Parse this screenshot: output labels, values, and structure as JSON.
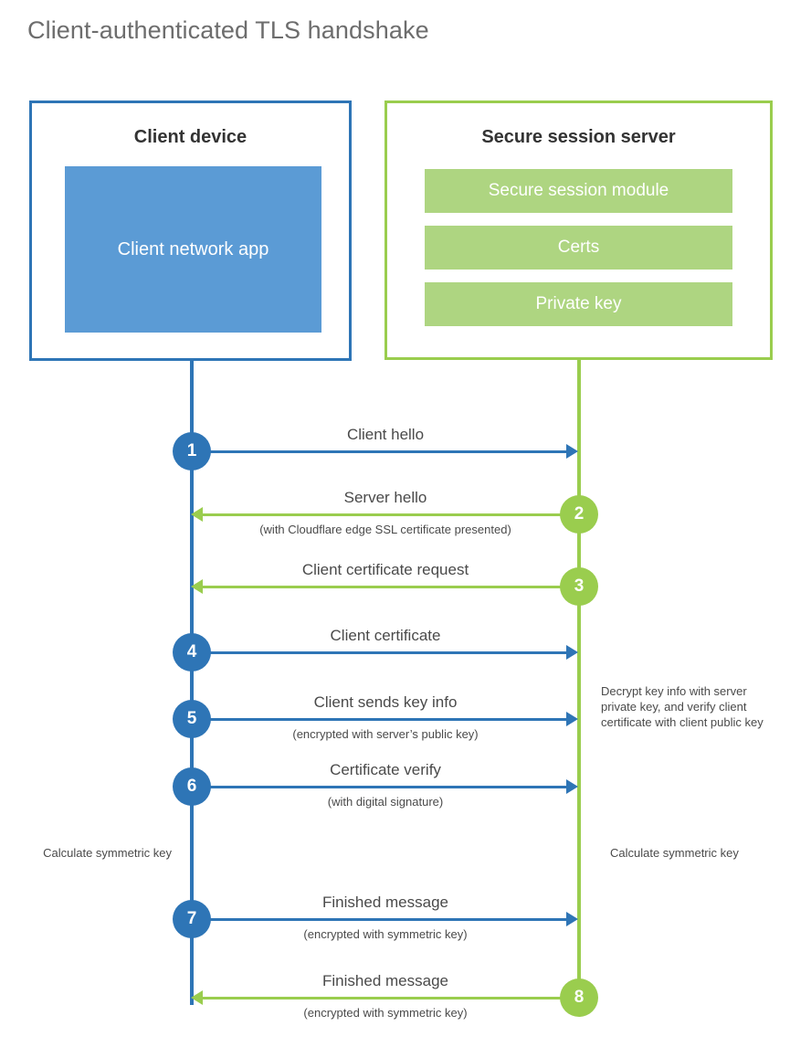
{
  "title": "Client-authenticated TLS handshake",
  "colors": {
    "client_blue": "#2e75b6",
    "client_app_fill": "#5b9bd5",
    "server_green": "#9acd4e",
    "server_bar_fill": "#aed581",
    "text_gray": "#4a4a4a",
    "title_gray": "#6d6d6d"
  },
  "client": {
    "box_title": "Client device",
    "app_label": "Client network app"
  },
  "server": {
    "box_title": "Secure session server",
    "components": [
      "Secure session module",
      "Certs",
      "Private key"
    ]
  },
  "steps": [
    {
      "number": "1",
      "label": "Client hello",
      "sublabel": "",
      "direction": "client-to-server",
      "origin": "client"
    },
    {
      "number": "2",
      "label": "Server hello",
      "sublabel": "(with Cloudflare edge SSL certificate presented)",
      "direction": "server-to-client",
      "origin": "server"
    },
    {
      "number": "3",
      "label": "Client certificate request",
      "sublabel": "",
      "direction": "server-to-client",
      "origin": "server"
    },
    {
      "number": "4",
      "label": "Client certificate",
      "sublabel": "",
      "direction": "client-to-server",
      "origin": "client"
    },
    {
      "number": "5",
      "label": "Client sends key info",
      "sublabel": "(encrypted with server’s public key)",
      "direction": "client-to-server",
      "origin": "client"
    },
    {
      "number": "6",
      "label": "Certificate verify",
      "sublabel": "(with digital signature)",
      "direction": "client-to-server",
      "origin": "client"
    },
    {
      "number": "7",
      "label": "Finished message",
      "sublabel": "(encrypted with symmetric key)",
      "direction": "client-to-server",
      "origin": "client"
    },
    {
      "number": "8",
      "label": "Finished message",
      "sublabel": "(encrypted with symmetric key)",
      "direction": "server-to-client",
      "origin": "server"
    }
  ],
  "notes": {
    "decrypt": "Decrypt key info with server private key, and verify client certificate with client public key",
    "calculate_client": "Calculate symmetric key",
    "calculate_server": "Calculate symmetric key"
  }
}
